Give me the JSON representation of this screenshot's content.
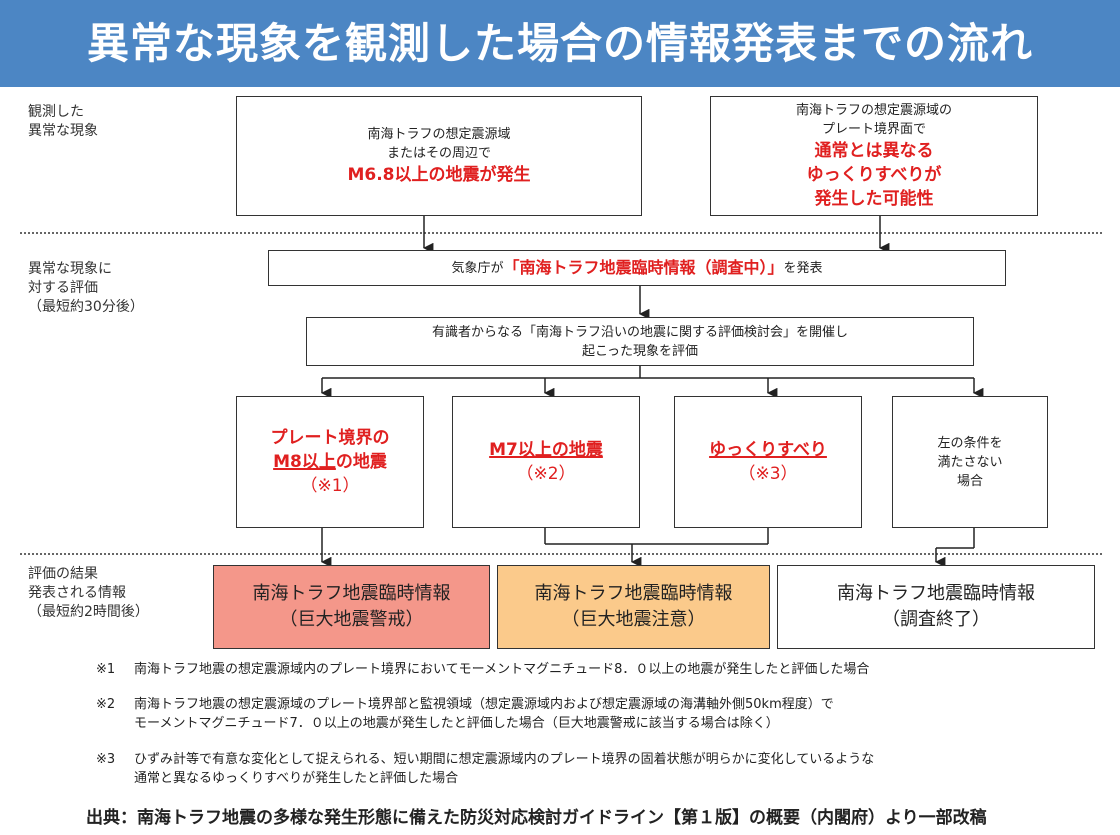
{
  "title": "異常な現象を観測した場合の情報発表までの流れ",
  "stages": {
    "observed": "観測した\n異常な現象",
    "evaluation": "異常な現象に\n対する評価\n（最短約30分後）",
    "result": "評価の結果\n発表される情報\n（最短約2時間後）"
  },
  "observation": {
    "left": {
      "line1": "南海トラフの想定震源域",
      "line2": "またはその周辺で",
      "highlight": "M6.8以上の地震が発生"
    },
    "right": {
      "line1": "南海トラフの想定震源域の",
      "line2": "プレート境界面で",
      "highlight1": "通常とは異なる",
      "highlight2": "ゆっくりすべりが",
      "highlight3": "発生した可能性"
    }
  },
  "announce": {
    "prefix": "気象庁が",
    "highlight": "「南海トラフ地震臨時情報（調査中）」",
    "suffix": "を発表"
  },
  "committee": {
    "line1": "有識者からなる「南海トラフ沿いの地震に関する評価検討会」を開催し",
    "line2": "起こった現象を評価"
  },
  "cases": {
    "plate": {
      "line1": "プレート境界の",
      "line2": "M8以上",
      "line2b": "の地震",
      "note": "（※1）"
    },
    "m7": {
      "line1": "M7以上の地震",
      "note": "（※2）"
    },
    "slow": {
      "line1": "ゆっくりすべり",
      "note": "（※3）"
    },
    "none": {
      "line1": "左の条件を",
      "line2": "満たさない",
      "line3": "場合"
    }
  },
  "results": {
    "warning": {
      "line1": "南海トラフ地震臨時情報",
      "line2": "（巨大地震警戒）",
      "color": "#f4978a"
    },
    "advisory": {
      "line1": "南海トラフ地震臨時情報",
      "line2": "（巨大地震注意）",
      "color": "#fbca8b"
    },
    "end": {
      "line1": "南海トラフ地震臨時情報",
      "line2": "（調査終了）",
      "color": "#ffffff"
    }
  },
  "notes": [
    {
      "mark": "※1",
      "lines": [
        "南海トラフ地震の想定震源域内のプレート境界においてモーメントマグニチュード8．０以上の地震が発生したと評価した場合"
      ]
    },
    {
      "mark": "※2",
      "lines": [
        "南海トラフ地震の想定震源域のプレート境界部と監視領域（想定震源域内および想定震源域の海溝軸外側50km程度）で",
        "モーメントマグニチュード7．０以上の地震が発生したと評価した場合（巨大地震警戒に該当する場合は除く）"
      ]
    },
    {
      "mark": "※3",
      "lines": [
        "ひずみ計等で有意な変化として捉えられる、短い期間に想定震源域内のプレート境界の固着状態が明らかに変化しているような",
        "通常と異なるゆっくりすべりが発生したと評価した場合"
      ]
    }
  ],
  "source": "出典：南海トラフ地震の多様な発生形態に備えた防災対応検討ガイドライン【第１版】の概要（内閣府）より一部改稿",
  "colors": {
    "title_bg": "#4c86c4",
    "highlight": "#e02020"
  }
}
